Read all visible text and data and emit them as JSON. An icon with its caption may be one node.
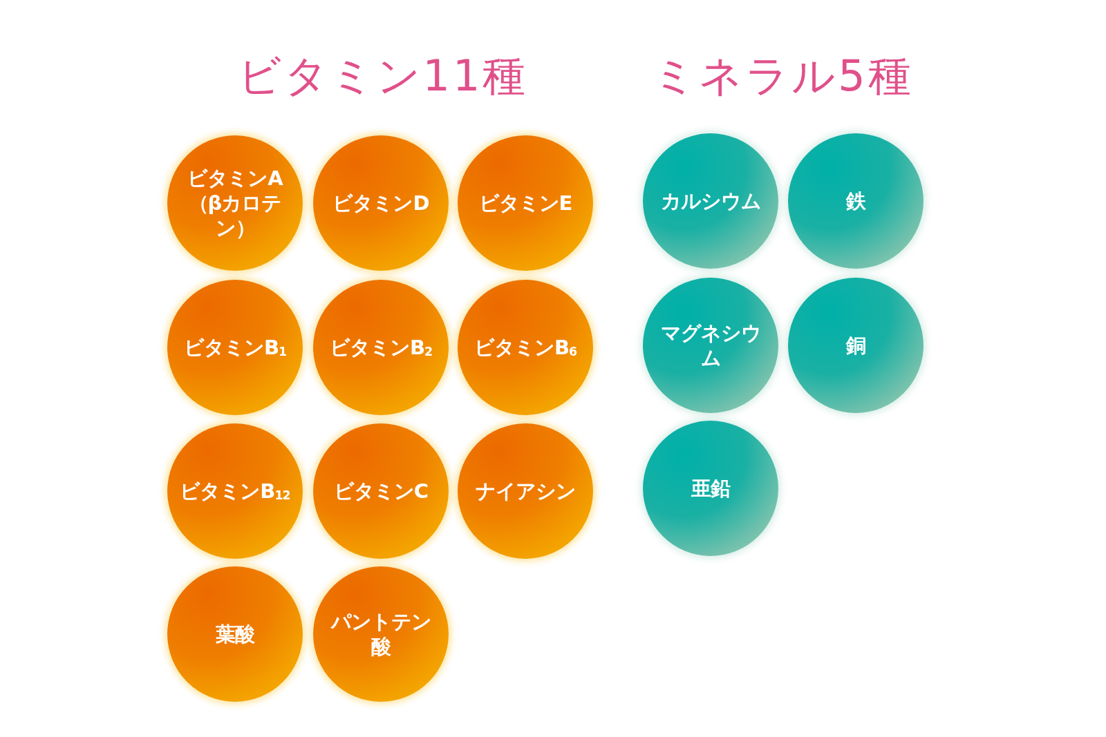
{
  "diagram": {
    "nodes": [
      {
        "text": [
          "ビタミンA（βカロテン）"
        ]
      },
      {
        "text": [
          "ビタミンD"
        ]
      },
      {
        "text": [
          "ビタミンE"
        ]
      },
      {
        "text": [
          "ビタミンB$_{1}$"
        ]
      },
      {
        "text": [
          "ビタミンB$_{2}$"
        ]
      },
      {
        "text": [
          "ビタミンB$_{6}$"
        ]
      },
      {
        "text": [
          "ビタミンB$_{12}$"
        ]
      },
      {
        "text": [
          "ビタミンC"
        ]
      },
      {
        "text": [
          "ナイアシン"
        ]
      },
      {
        "text": [
          "葉酸"
        ]
      },
      {
        "text": [
          "パントテン酸"
        ]
      },
      {
        "text": [
          "カルシウム"
        ]
      },
      {
        "text": [
          "鉄"
        ]
      },
      {
        "text": [
          "マグネシウム"
        ]
      },
      {
        "text": [
          "銅"
        ]
      },
      {
        "text": [
          "亜鉛"
        ]
      }
    ],
    "labels": [
      "ビタミン11種",
      "ミネラル5種"
    ]
  }
}
